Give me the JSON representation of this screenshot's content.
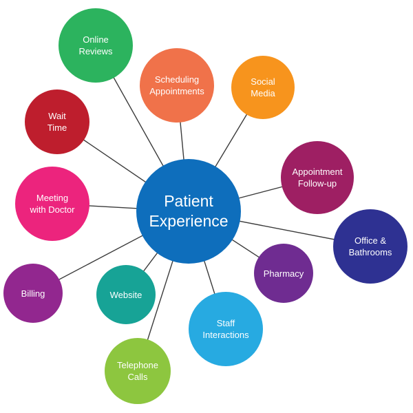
{
  "center": {
    "label": "Patient\nExperience",
    "color": "#0e6ebc"
  },
  "nodes": [
    {
      "id": "online-reviews",
      "label": "Online\nReviews",
      "color": "#2cb35e"
    },
    {
      "id": "scheduling-appointments",
      "label": "Scheduling\nAppointments",
      "color": "#f0724a"
    },
    {
      "id": "social-media",
      "label": "Social\nMedia",
      "color": "#f7941d"
    },
    {
      "id": "wait-time",
      "label": "Wait\nTime",
      "color": "#be1e2d"
    },
    {
      "id": "appointment-follow-up",
      "label": "Appointment\nFollow-up",
      "color": "#9e1f63"
    },
    {
      "id": "meeting-with-doctor",
      "label": "Meeting\nwith Doctor",
      "color": "#ec247d"
    },
    {
      "id": "office-bathrooms",
      "label": "Office &\nBathrooms",
      "color": "#2e3192"
    },
    {
      "id": "pharmacy",
      "label": "Pharmacy",
      "color": "#6f2c91"
    },
    {
      "id": "billing",
      "label": "Billing",
      "color": "#92278f"
    },
    {
      "id": "website",
      "label": "Website",
      "color": "#17a396"
    },
    {
      "id": "staff-interactions",
      "label": "Staff\nInteractions",
      "color": "#27aae1"
    },
    {
      "id": "telephone-calls",
      "label": "Telephone\nCalls",
      "color": "#8dc63f"
    }
  ]
}
